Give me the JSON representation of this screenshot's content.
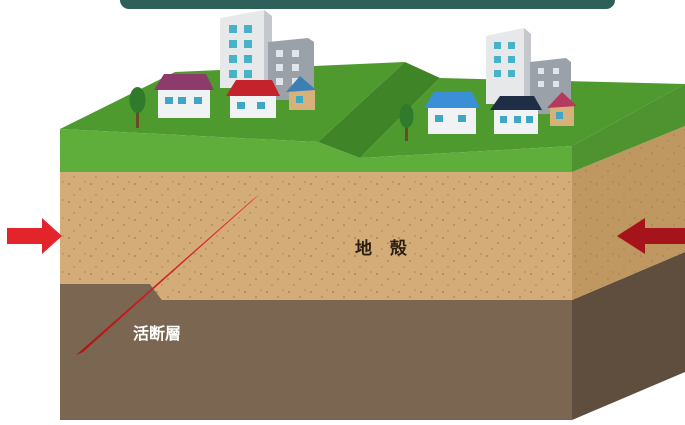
{
  "labels": {
    "crust": "地 殻",
    "active_fault": "活断層"
  },
  "colors": {
    "grass_top": "#4f9a2e",
    "grass_front": "#5fae3c",
    "soil_front": "#d4ac78",
    "soil_side": "#bf9761",
    "rock_front": "#7a6651",
    "rock_side": "#5f4e3d",
    "fault_red": "#c4161c",
    "arrow_red": "#e3242b",
    "arrow_dark_red": "#a4141a"
  },
  "icons": [
    "compression-arrow-left",
    "compression-arrow-right",
    "tree-icon",
    "house-icon",
    "apartment-building-icon"
  ]
}
